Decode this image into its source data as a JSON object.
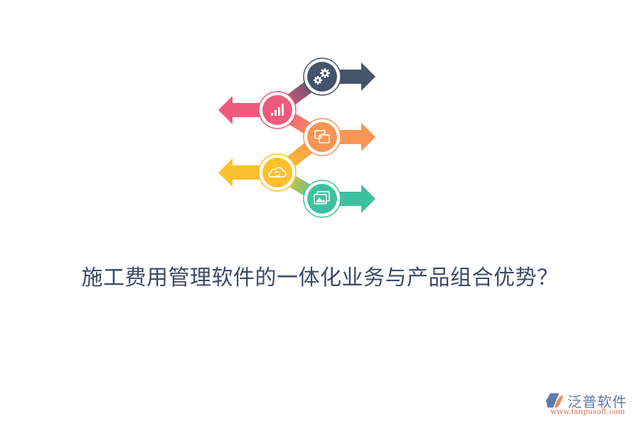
{
  "diagram": {
    "type": "arrow-flow-infographic",
    "steps": [
      {
        "index": 1,
        "icon": "gears-icon",
        "direction": "right",
        "color": "#44546a"
      },
      {
        "index": 2,
        "icon": "bar-chart-icon",
        "direction": "left",
        "color": "#ee5a7d"
      },
      {
        "index": 3,
        "icon": "wireless-screen-icon",
        "direction": "right",
        "color": "#f99555"
      },
      {
        "index": 4,
        "icon": "cloud-sync-icon",
        "direction": "left",
        "color": "#fbc02d"
      },
      {
        "index": 5,
        "icon": "image-gallery-icon",
        "direction": "right",
        "color": "#3fc0a0"
      }
    ]
  },
  "title": "施工费用管理软件的一体化业务与产品组合优势？",
  "logo": {
    "name": "泛普软件",
    "url": "www.fanpusoft.com"
  }
}
